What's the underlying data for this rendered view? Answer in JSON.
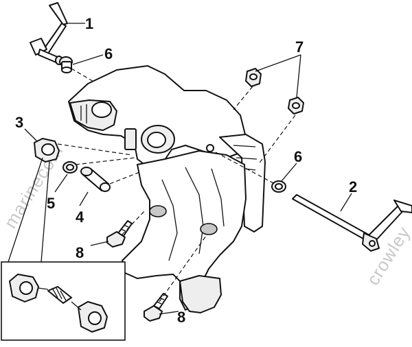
{
  "diagram": {
    "watermarks": [
      {
        "text": "marinecom"
      },
      {
        "text": "crowley"
      }
    ],
    "callouts": [
      {
        "number": "1",
        "part": "tilt-lever-upper"
      },
      {
        "number": "2",
        "part": "tilt-rod-lever"
      },
      {
        "number": "3",
        "part": "lock-bushing"
      },
      {
        "number": "4",
        "part": "pin"
      },
      {
        "number": "5",
        "part": "washer"
      },
      {
        "number": "6",
        "part": "bushing"
      },
      {
        "number": "6",
        "part": "bushing"
      },
      {
        "number": "7",
        "part": "nut"
      },
      {
        "number": "8",
        "part": "bolt"
      },
      {
        "number": "8",
        "part": "bolt"
      }
    ],
    "inset": {
      "shows": "lock-bushing-assembly-detail"
    }
  }
}
